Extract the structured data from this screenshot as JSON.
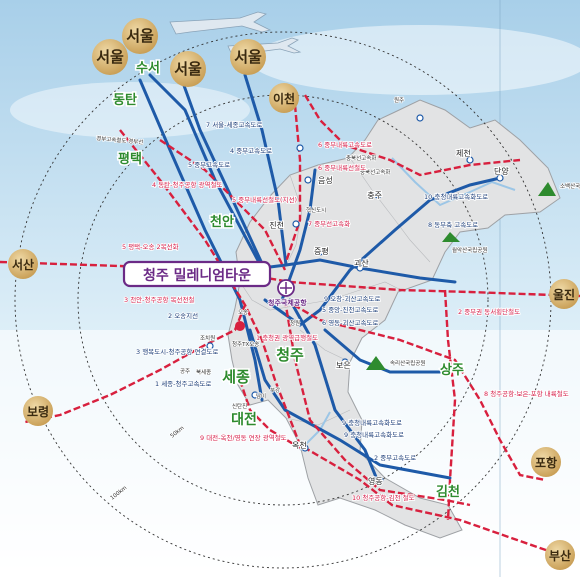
{
  "colors": {
    "highway": "#1e5aa8",
    "rail": "#d8203e",
    "ring": "#333333",
    "sky": "#b9d9ee",
    "land": "#e2e3e4",
    "landEdge": "#9ea1a5",
    "ext": "#d8ba7c",
    "green": "#2e8b2e",
    "title": "#6b2a86"
  },
  "title": "청주 밀레니엄타운",
  "airport": "청주국제공항",
  "ring_labels": {
    "inner": "50km",
    "outer": "100km"
  },
  "external_cities": [
    "서울",
    "서울",
    "서울",
    "서울",
    "이천",
    "서산",
    "보령",
    "울진",
    "포항",
    "부산"
  ],
  "green_cities": [
    "수서",
    "동탄",
    "평택",
    "천안",
    "세종",
    "청주",
    "대전",
    "상주",
    "김천"
  ],
  "towns": [
    "진천",
    "증평",
    "음성",
    "충주",
    "제천",
    "단양",
    "괴산",
    "보은",
    "옥천",
    "영동",
    "공주",
    "조치원",
    "오송",
    "청주TX오송",
    "북세종",
    "남이",
    "청원",
    "신탄진",
    "혁신도시",
    "부강",
    "원주",
    "충북선고속화"
  ],
  "roads": [
    "7 서울-세종고속도로",
    "4 중부고속도로",
    "5 중부고속도로",
    "5 중부내륙선철도(지선)",
    "6 중부내륙고속도로",
    "7 중부선고속화",
    "10 충청내륙고속화도로",
    "8 동부축 고속도로",
    "2 오송지선",
    "3 행복도시-청주공항 연결도로",
    "1 세종-청주고속도로",
    "6 영동-괴산고속도로",
    "9 오창-괴산고속도로",
    "5 중앙-진천고속도로",
    "9 충청내륙고속화도로",
    "2 중부고속도로",
    "9 충청내륙고속화도로"
  ],
  "rails": [
    "6 중부내륙선철도",
    "4 동탄-청주공항 광역철도",
    "5 평택-오송 2복선화",
    "3 천안-청주공항 복선전철",
    "1 충청권 광역급행철도",
    "8 청주공항-보은-포항 내륙철도",
    "2 중부권 동서횡단철도",
    "9 대전-옥천/영동 연장 광역철도",
    "10 청주공항-김천 철도"
  ],
  "misc": [
    "경부고속철도 경부선",
    "충북선고속화",
    "속리산국립공원",
    "월악산국립공원",
    "소백산국립공원"
  ]
}
